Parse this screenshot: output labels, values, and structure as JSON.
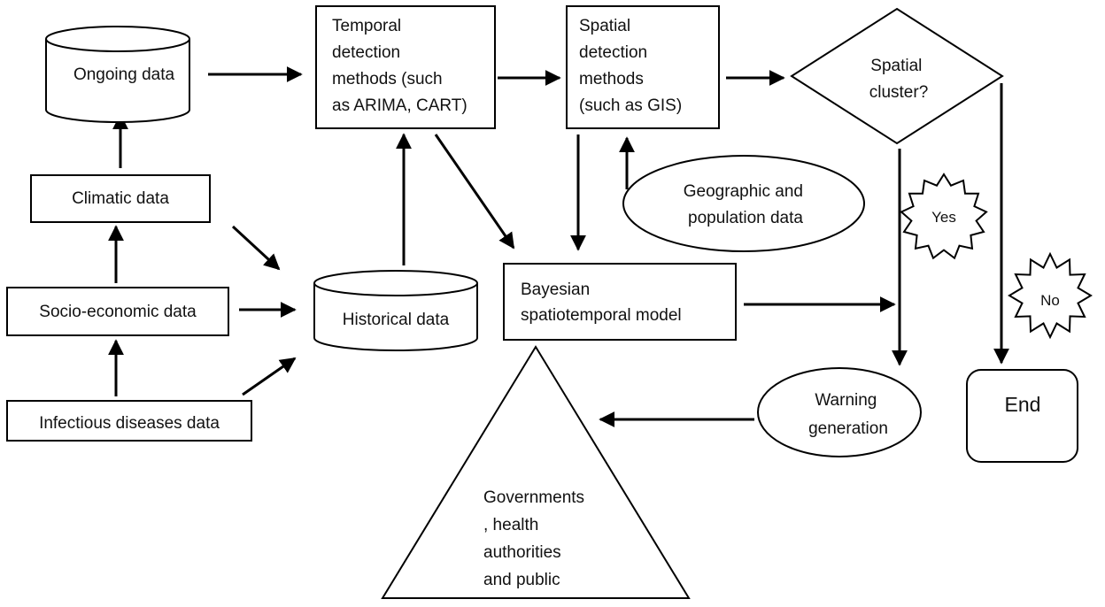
{
  "diagram": {
    "nodes": {
      "ongoing": {
        "lines": [
          "Ongoing data"
        ]
      },
      "temporal": {
        "lines": [
          "Temporal",
          "detection",
          "methods (such",
          "as ARIMA, CART)"
        ]
      },
      "spatial_methods": {
        "lines": [
          "Spatial",
          "detection",
          "methods",
          "(such as GIS)"
        ]
      },
      "spatial_cluster": {
        "lines": [
          "Spatial",
          "cluster?"
        ]
      },
      "climatic": {
        "lines": [
          "Climatic data"
        ]
      },
      "geographic": {
        "lines": [
          "Geographic and",
          "population data"
        ]
      },
      "yes": {
        "lines": [
          "Yes"
        ]
      },
      "no": {
        "lines": [
          "No"
        ]
      },
      "socio": {
        "lines": [
          "Socio-economic data"
        ]
      },
      "historical": {
        "lines": [
          "Historical data"
        ]
      },
      "bayesian": {
        "lines": [
          "Bayesian",
          "spatiotemporal model"
        ]
      },
      "infectious": {
        "lines": [
          "Infectious diseases data"
        ]
      },
      "warning": {
        "lines": [
          "Warning",
          "generation"
        ]
      },
      "end": {
        "lines": [
          "End"
        ]
      },
      "governments": {
        "lines": [
          "Governments",
          ", health",
          "authorities",
          "and public"
        ]
      }
    }
  }
}
